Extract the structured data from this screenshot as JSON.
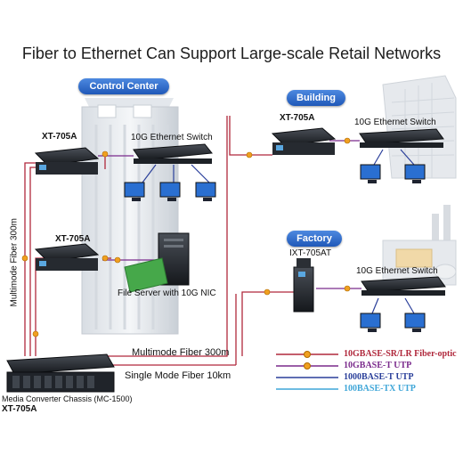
{
  "title": "Fiber to Ethernet Can Support Large-scale Retail Networks",
  "badges": {
    "control_center": "Control Center",
    "building": "Building",
    "factory": "Factory"
  },
  "labels": {
    "xt705a_top": "XT-705A",
    "xt705a_mid": "XT-705A",
    "xt705a_building": "XT-705A",
    "xt705a_chassis": "XT-705A",
    "ixt705at": "IXT-705AT",
    "switch_cc": "10G Ethernet Switch",
    "switch_building": "10G Ethernet Switch",
    "switch_factory": "10G Ethernet Switch",
    "file_server": "File Server with 10G NIC",
    "chassis": "Media Converter Chassis (MC-1500)",
    "mm_vertical": "Multimode Fiber 300m",
    "mm_bottom": "Multimode Fiber 300m",
    "sm_bottom": "Single Mode Fiber 10km"
  },
  "legend": [
    {
      "label": "10GBASE-SR/LR Fiber-optic",
      "color": "#b0283c"
    },
    {
      "label": "10GBASE-T UTP",
      "color": "#7a2a8c"
    },
    {
      "label": "1000BASE-T UTP",
      "color": "#2a3f9a"
    },
    {
      "label": "100BASE-TX UTP",
      "color": "#3fa6d8"
    }
  ],
  "colors": {
    "fiber": "#b0283c",
    "utp10g": "#7a2a8c",
    "utp1g": "#2a3f9a",
    "utp100": "#3fa6d8",
    "badge": "#2a64c6",
    "connector": "#f0a020"
  }
}
